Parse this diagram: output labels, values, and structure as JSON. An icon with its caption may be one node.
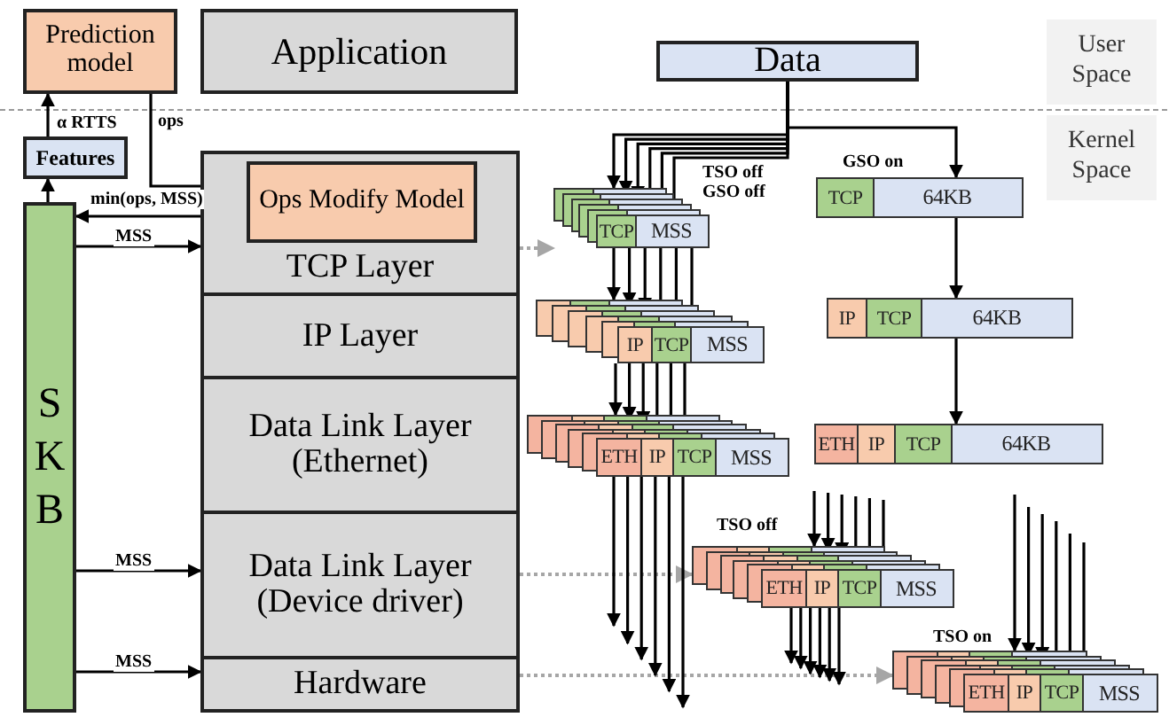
{
  "diagram": {
    "nodes": [
      {
        "text": [
          "Prediction model"
        ]
      },
      {
        "text": [
          "Application"
        ]
      },
      {
        "text": [
          "Data"
        ]
      },
      {
        "text": [
          "Features"
        ]
      },
      {
        "text": [
          "SKB"
        ]
      },
      {
        "text": [
          "TCP Layer"
        ]
      },
      {
        "text": [
          "Ops Modify Model"
        ],
        "in": 5
      },
      {
        "text": [
          "IP Layer"
        ]
      },
      {
        "text": [
          "Data Link Layer (Ethernet)"
        ]
      },
      {
        "text": [
          "Data Link Layer (Device driver)"
        ]
      },
      {
        "text": [
          "Hardware"
        ]
      },
      {
        "text": [
          "TCP",
          "MSS"
        ],
        "beside": [
          "TSO off GSO off"
        ]
      },
      {
        "text": [
          "TCP",
          "64KB"
        ],
        "beside": [
          "GSO on"
        ]
      },
      {
        "text": [
          "IP",
          "TCP",
          "MSS"
        ]
      },
      {
        "text": [
          "IP",
          "TCP",
          "64KB"
        ]
      },
      {
        "text": [
          "ETH",
          "IP",
          "TCP",
          "MSS"
        ]
      },
      {
        "text": [
          "ETH",
          "IP",
          "TCP",
          "64KB"
        ]
      },
      {
        "text": [
          "ETH",
          "IP",
          "TCP",
          "MSS"
        ],
        "beside": [
          "TSO off"
        ]
      },
      {
        "text": [
          "ETH",
          "IP",
          "TCP",
          "MSS"
        ],
        "beside": [
          "TSO on"
        ]
      }
    ],
    "edges": [
      {
        "from": 3,
        "to": 0,
        "arrow": "to",
        "label": "α RTTS"
      },
      {
        "from": 0,
        "to": 6,
        "arrow": "to",
        "label": "ops"
      },
      {
        "from": 6,
        "to": 4,
        "arrow": "to",
        "label": "min(ops, MSS)"
      },
      {
        "from": 4,
        "to": 3,
        "arrow": "to"
      },
      {
        "from": 4,
        "to": 5,
        "arrow": "to",
        "label": "MSS"
      },
      {
        "from": 4,
        "to": 9,
        "arrow": "to",
        "label": "MSS"
      },
      {
        "from": 4,
        "to": 10,
        "arrow": "to",
        "label": "MSS"
      },
      {
        "from": 5,
        "to": 11,
        "arrow": "to",
        "style": "dashed",
        "color": "#a6a6a6"
      },
      {
        "from": 9,
        "to": 17,
        "arrow": "to",
        "style": "dashed",
        "color": "#a6a6a6"
      },
      {
        "from": 10,
        "to": 18,
        "arrow": "to",
        "style": "dashed",
        "color": "#a6a6a6"
      },
      {
        "from": 2,
        "to": 11,
        "arrow": "to"
      },
      {
        "from": 2,
        "to": 11,
        "arrow": "to"
      },
      {
        "from": 2,
        "to": 11,
        "arrow": "to"
      },
      {
        "from": 2,
        "to": 11,
        "arrow": "to"
      },
      {
        "from": 2,
        "to": 11,
        "arrow": "to"
      },
      {
        "from": 2,
        "to": 11,
        "arrow": "to"
      },
      {
        "from": 2,
        "to": 12,
        "arrow": "to"
      },
      {
        "from": 11,
        "to": 13,
        "arrow": "to"
      },
      {
        "from": 11,
        "to": 13,
        "arrow": "to"
      },
      {
        "from": 11,
        "to": 13,
        "arrow": "to"
      },
      {
        "from": 11,
        "to": 13,
        "arrow": "to"
      },
      {
        "from": 11,
        "to": 13,
        "arrow": "to"
      },
      {
        "from": 11,
        "to": 13,
        "arrow": "to"
      },
      {
        "from": 12,
        "to": 14,
        "arrow": "to"
      },
      {
        "from": 13,
        "to": 15,
        "arrow": "to"
      },
      {
        "from": 13,
        "to": 15,
        "arrow": "to"
      },
      {
        "from": 13,
        "to": 15,
        "arrow": "to"
      },
      {
        "from": 13,
        "to": 15,
        "arrow": "to"
      },
      {
        "from": 13,
        "to": 15,
        "arrow": "to"
      },
      {
        "from": 13,
        "to": 15,
        "arrow": "to"
      },
      {
        "from": 14,
        "to": 16,
        "arrow": "to"
      },
      {
        "from": 15,
        "to": null,
        "arrow": "to"
      },
      {
        "from": 15,
        "to": null,
        "arrow": "to"
      },
      {
        "from": 15,
        "to": null,
        "arrow": "to"
      },
      {
        "from": 15,
        "to": null,
        "arrow": "to"
      },
      {
        "from": 15,
        "to": null,
        "arrow": "to"
      },
      {
        "from": 15,
        "to": null,
        "arrow": "to"
      },
      {
        "from": null,
        "to": 17,
        "arrow": "to"
      },
      {
        "from": null,
        "to": 17,
        "arrow": "to"
      },
      {
        "from": null,
        "to": 17,
        "arrow": "to"
      },
      {
        "from": null,
        "to": 17,
        "arrow": "to"
      },
      {
        "from": null,
        "to": 17,
        "arrow": "to"
      },
      {
        "from": null,
        "to": 17,
        "arrow": "to"
      },
      {
        "from": 17,
        "to": null,
        "arrow": "to"
      },
      {
        "from": 17,
        "to": null,
        "arrow": "to"
      },
      {
        "from": 17,
        "to": null,
        "arrow": "to"
      },
      {
        "from": 17,
        "to": null,
        "arrow": "to"
      },
      {
        "from": 17,
        "to": null,
        "arrow": "to"
      },
      {
        "from": 17,
        "to": null,
        "arrow": "to"
      },
      {
        "from": null,
        "to": 18,
        "arrow": "to"
      },
      {
        "from": null,
        "to": 18,
        "arrow": "to"
      },
      {
        "from": null,
        "to": 18,
        "arrow": "to"
      },
      {
        "from": null,
        "to": 18,
        "arrow": "to"
      },
      {
        "from": null,
        "to": 18,
        "arrow": "to"
      },
      {
        "from": null,
        "to": 18,
        "arrow": "to"
      }
    ],
    "labels": [
      "User Space",
      "Kernel Space"
    ]
  }
}
